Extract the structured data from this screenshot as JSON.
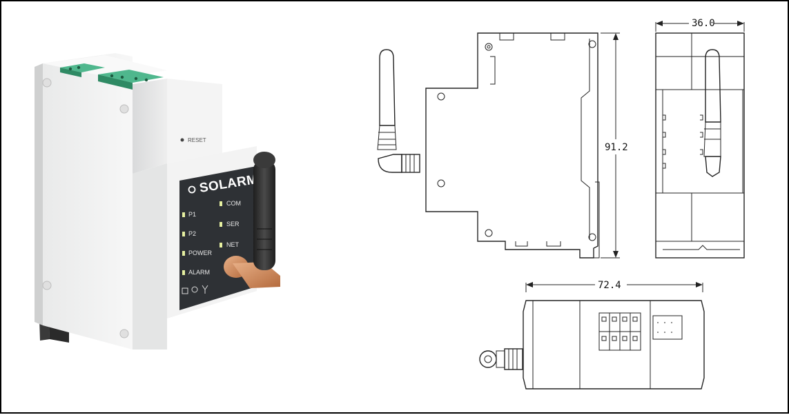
{
  "product": {
    "brand": "SOLARMAN",
    "reset_label": "RESET",
    "leds_left": [
      "P1",
      "P2",
      "POWER",
      "ALARM"
    ],
    "leds_right": [
      "COM",
      "SER",
      "NET"
    ]
  },
  "dimensions": {
    "width_top": "36.0",
    "height_side": "91.2",
    "length_bottom": "72.4"
  },
  "colors": {
    "body": "#f2f3f2",
    "panel": "#2e3135",
    "terminal": "#4fb78d",
    "antenna": "#2b2b2b",
    "connector": "#c98a5a",
    "led": "#e6f0a0"
  }
}
